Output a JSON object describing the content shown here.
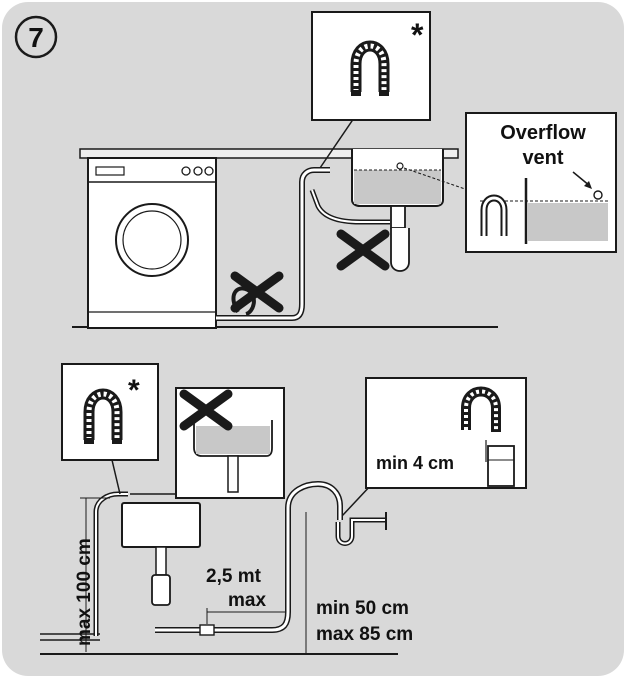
{
  "step": {
    "number": "7"
  },
  "colors": {
    "panel": "#d9d9d9",
    "line": "#1a1a1a",
    "water": "#c8c8c8",
    "white": "#ffffff"
  },
  "icons": [
    "hose-hook-icon",
    "cross-icon",
    "asterisk-icon"
  ],
  "top": {
    "hook_marker": "*",
    "overflow": {
      "line1": "Overflow",
      "line2": "vent"
    }
  },
  "bottom": {
    "hook_marker": "*",
    "min_height": "min 4 cm",
    "max_height": "max 100 cm",
    "hose_length": {
      "line1": "2,5 mt",
      "line2": "max"
    },
    "standpipe": {
      "line1": "min 50 cm",
      "line2": "max 85 cm"
    }
  }
}
